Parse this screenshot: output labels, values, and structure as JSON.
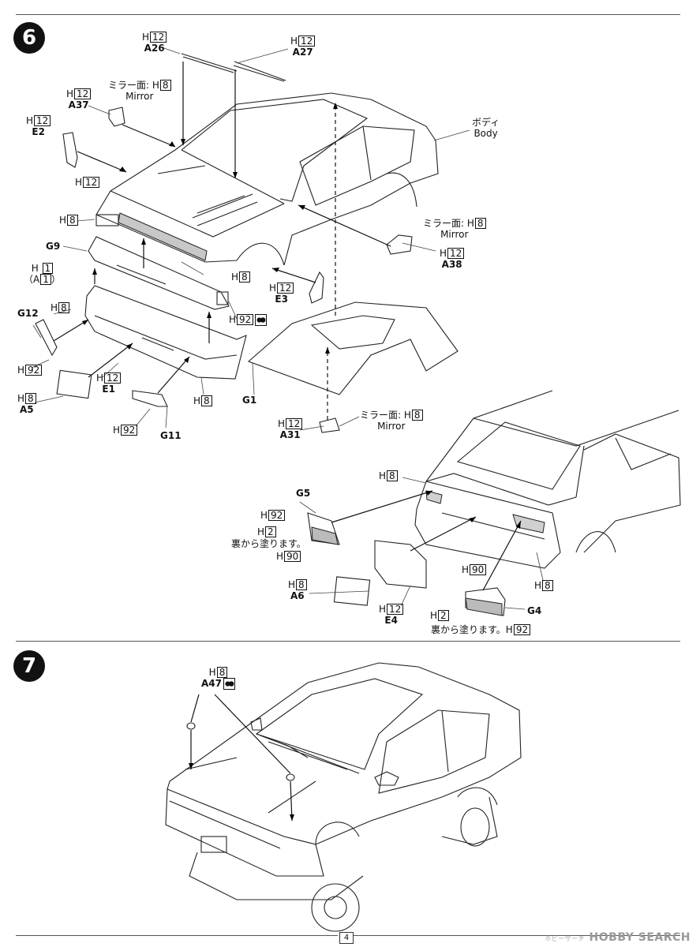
{
  "page": {
    "number": "4",
    "watermark": "HOBBY SEARCH",
    "watermark_small": "ホビーサーチ"
  },
  "step6": {
    "number": "6",
    "labels": {
      "a26_code": "12",
      "a26_part": "A26",
      "a27_code": "12",
      "a27_part": "A27",
      "a37_code": "12",
      "a37_part": "A37",
      "mirror1_jp": "ミラー面: H",
      "mirror1_code": "8",
      "mirror1_en": "Mirror",
      "body_jp": "ボディ",
      "body_en": "Body",
      "e2_code": "12",
      "e2_part": "E2",
      "grille_code": "12",
      "light_left_code": "8",
      "g9_part": "G9",
      "light_right_code": "8",
      "mirror2_jp": "ミラー面: H",
      "mirror2_code": "8",
      "mirror2_en": "Mirror",
      "a38_code": "12",
      "a38_part": "A38",
      "h1_code": "1",
      "h1_alt": "（A",
      "h1_alt_code": "1",
      "h1_alt_close": "）",
      "e3_code": "12",
      "e3_part": "E3",
      "bumper_code": "8",
      "g12_part": "G12",
      "h92_right_code": "92",
      "g12_code": "92",
      "e1_code": "12",
      "e1_part": "E1",
      "a5_code": "8",
      "a5_part": "A5",
      "bumper_bottom_code": "8",
      "g1_part": "G1",
      "g11_code": "92",
      "g11_part": "G11",
      "a31_code": "12",
      "a31_part": "A31",
      "mirror3_jp": "ミラー面: H",
      "mirror3_code": "8",
      "mirror3_en": "Mirror"
    }
  },
  "step6b": {
    "labels": {
      "rear_h8_code": "8",
      "g5_part": "G5",
      "g5_code": "92",
      "g5_h2_code": "2",
      "back_paint_jp": "裏から塗ります。",
      "g5_h90_code": "90",
      "a6_code": "8",
      "a6_part": "A6",
      "e4_code": "12",
      "e4_part": "E4",
      "rear_light_code": "8",
      "g4_h90_code": "90",
      "g4_h2_code": "2",
      "g4_part": "G4",
      "back_paint_jp2": "裏から塗ります。H",
      "g4_h92_code": "92"
    }
  },
  "step7": {
    "number": "7",
    "labels": {
      "a47_code": "8",
      "a47_part": "A47"
    }
  }
}
